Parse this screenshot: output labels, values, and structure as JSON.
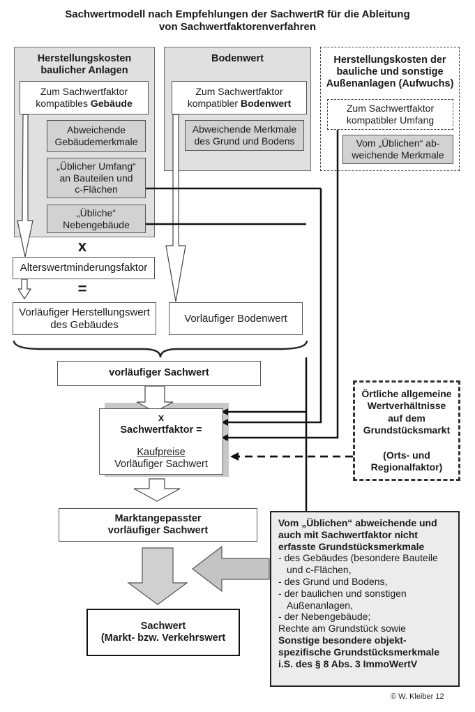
{
  "title": {
    "line1": "Sachwertmodell nach Empfehlungen der SachwertR für die Ableitung",
    "line2": "von Sachwertfaktorenverfahren"
  },
  "building_column": {
    "header_line1": "Herstellungskosten",
    "header_line2": "baulicher Anlagen",
    "compatible_line1": "Zum Sachwertfaktor",
    "compatible_prefix": "kompatibles ",
    "compatible_bold": "Gebäude",
    "deviating_line1": "Abweichende",
    "deviating_line2": "Gebäudemerkmale",
    "usual_scope_line1": "„Üblicher Umfang“",
    "usual_scope_line2": "an Bauteilen und",
    "usual_scope_line3": "c-Flächen",
    "outbuildings_line1": "„Übliche“",
    "outbuildings_line2": "Nebengebäude"
  },
  "land_column": {
    "header": "Bodenwert",
    "compatible_line1": "Zum Sachwertfaktor",
    "compatible_prefix": "kompatibler ",
    "compatible_bold": "Bodenwert",
    "deviating_line1": "Abweichende Merkmale",
    "deviating_line2": "des Grund und Bodens"
  },
  "outdoor_column": {
    "header_line1": "Herstellungskosten der",
    "header_line2": "bauliche und sonstige",
    "header_line3": "Außenanlagen (Aufwuchs)",
    "compatible_line1": "Zum Sachwertfaktor",
    "compatible_line2": "kompatibler Umfang",
    "deviating_line1": "Vom „Üblichen“ ab-",
    "deviating_line2": "weichende Merkmale"
  },
  "operators": {
    "multiply": "x",
    "equals": "="
  },
  "age_factor": "Alterswertminderungsfaktor",
  "prelim_building_value_line1": "Vorläufiger Herstellungswert",
  "prelim_building_value_line2": "des Gebäudes",
  "prelim_land_value": "Vorläufiger Bodenwert",
  "prelim_asset_value": "vorläufiger Sachwert",
  "factor_box": {
    "line1": "x",
    "line2": "Sachwertfaktor =",
    "numerator": "Kaufpreise",
    "denominator": "Vorläufiger Sachwert"
  },
  "local_conditions": {
    "line1": "Örtliche allgemeine",
    "line2": "Wertverhältnisse",
    "line3": "auf dem",
    "line4": "Grundstücksmarkt",
    "line5": "(Orts- und",
    "line6": "Regionalfaktor)"
  },
  "market_adjusted_line1": "Marktangepasster",
  "market_adjusted_line2": "vorläufiger Sachwert",
  "info_box": {
    "head_line1": "Vom „Üblichen“ abweichende  und",
    "head_line2": "auch mit Sachwertfaktor nicht",
    "head_line3": "erfasste Grundstücksmerkmale",
    "items": [
      "des Gebäudes (besondere Bauteile und c-Flächen,",
      "des Grund und Bodens,",
      "der baulichen und sonstigen Außenanlagen,",
      "der Nebengebäude;"
    ],
    "rights": "Rechte am Grundstück sowie",
    "tail_line1": "Sonstige besondere objekt-",
    "tail_line2": "spezifische Grundstücksmerkmale",
    "tail_line3": "i.S. des § 8 Abs. 3 ImmoWertV"
  },
  "final_value_line1": "Sachwert",
  "final_value_line2": "(Markt- bzw. Verkehrswert",
  "copyright": "©  W. Kleiber 12"
}
